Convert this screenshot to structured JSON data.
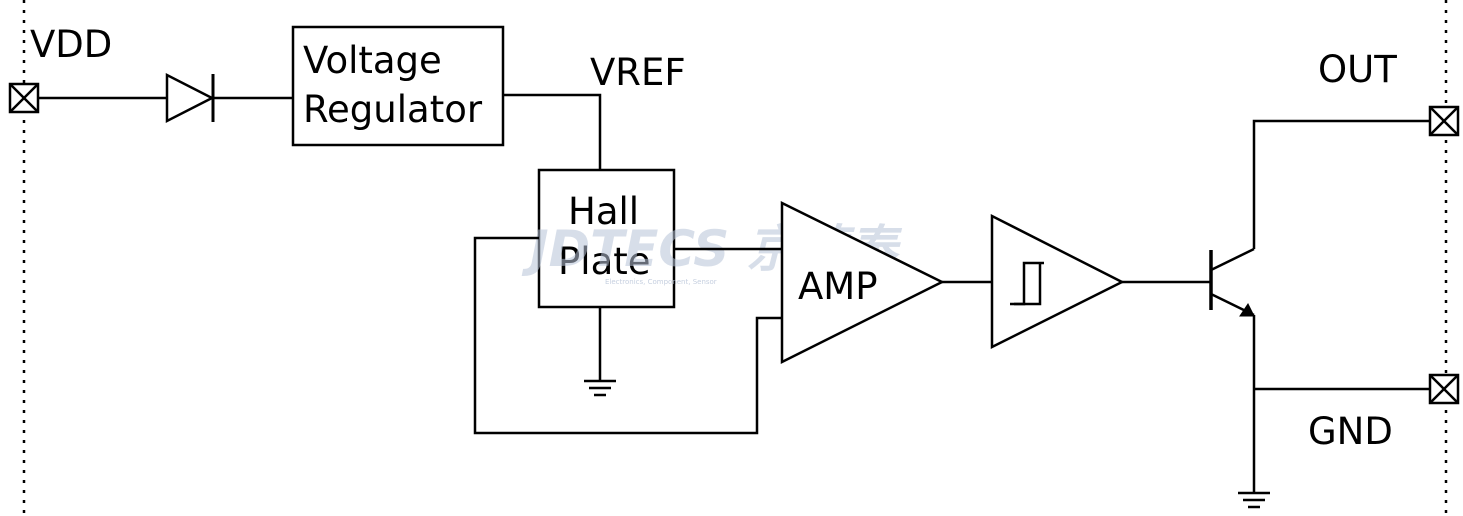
{
  "pins": {
    "vdd": "VDD",
    "out": "OUT",
    "gnd": "GND"
  },
  "blocks": {
    "regulator_line1": "Voltage",
    "regulator_line2": "Regulator",
    "hall_line1": "Hall",
    "hall_line2": "Plate",
    "amp": "AMP"
  },
  "nets": {
    "vref": "VREF"
  },
  "watermark": {
    "brand": "JDTECS 京德泰",
    "tagline": "Electronics, Component, Sensor"
  },
  "colors": {
    "line": "#000000",
    "watermark": "#b8c4d8"
  }
}
